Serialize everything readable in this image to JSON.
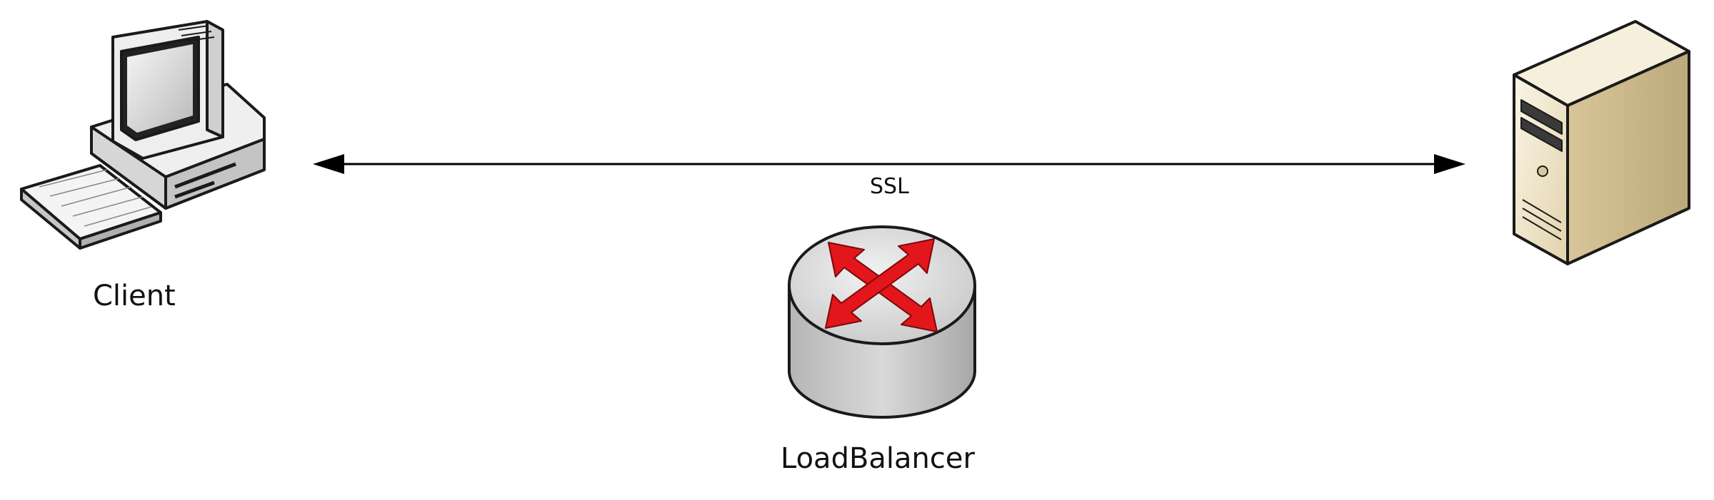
{
  "nodes": {
    "client": {
      "label": "Client",
      "icon": "desktop-computer-icon"
    },
    "load_balancer": {
      "label": "LoadBalancer",
      "icon": "router-icon"
    },
    "server": {
      "label": "",
      "icon": "tower-server-icon"
    }
  },
  "connection": {
    "label": "SSL",
    "direction": "bidirectional"
  },
  "colors": {
    "line": "#000000",
    "router_arrows": "#e3161b",
    "router_body": "#d4d4d4",
    "server_body": "#efe4c9",
    "computer_body": "#f2f2f2"
  }
}
